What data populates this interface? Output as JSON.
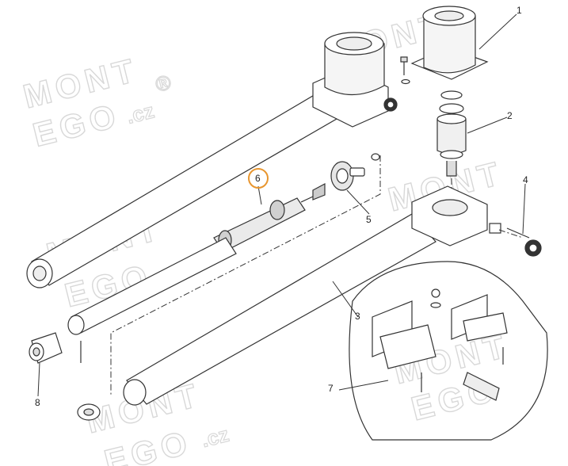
{
  "watermark": {
    "line1": "MONT",
    "line2": "EGO",
    "suffix": ".cz",
    "mark": "®",
    "color": "#d8d8d8"
  },
  "callouts": [
    {
      "id": "1",
      "label": "1"
    },
    {
      "id": "2",
      "label": "2"
    },
    {
      "id": "3",
      "label": "3"
    },
    {
      "id": "4",
      "label": "4"
    },
    {
      "id": "5",
      "label": "5"
    },
    {
      "id": "6",
      "label": "6",
      "highlighted": true
    },
    {
      "id": "7",
      "label": "7"
    },
    {
      "id": "8",
      "label": "8"
    }
  ],
  "highlight_color": "#e8962f"
}
